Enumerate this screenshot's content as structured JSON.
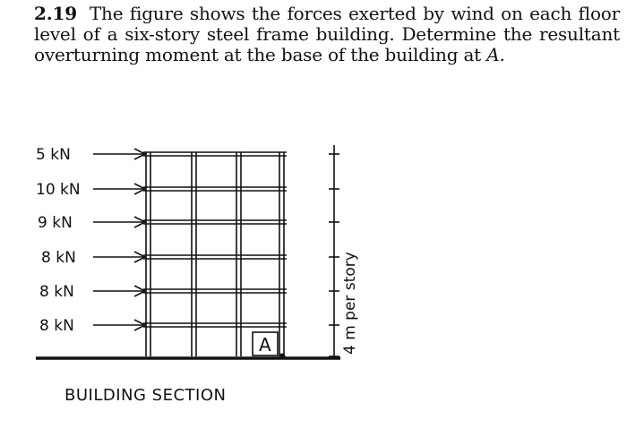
{
  "problem": {
    "number": "2.19",
    "text_before": "The figure shows the forces exerted by wind on each floor level of a six-story steel frame building. Determine the resultant overturning moment at the base of the building at ",
    "point": "A",
    "text_after": "."
  },
  "figure": {
    "loads": [
      {
        "label": "5 kN"
      },
      {
        "label": "10 kN"
      },
      {
        "label": "9 kN"
      },
      {
        "label": "8 kN"
      },
      {
        "label": "8 kN"
      },
      {
        "label": "8 kN"
      }
    ],
    "point_label": "A",
    "dimension_label": "4 m  per story",
    "caption": "BUILDING SECTION"
  }
}
